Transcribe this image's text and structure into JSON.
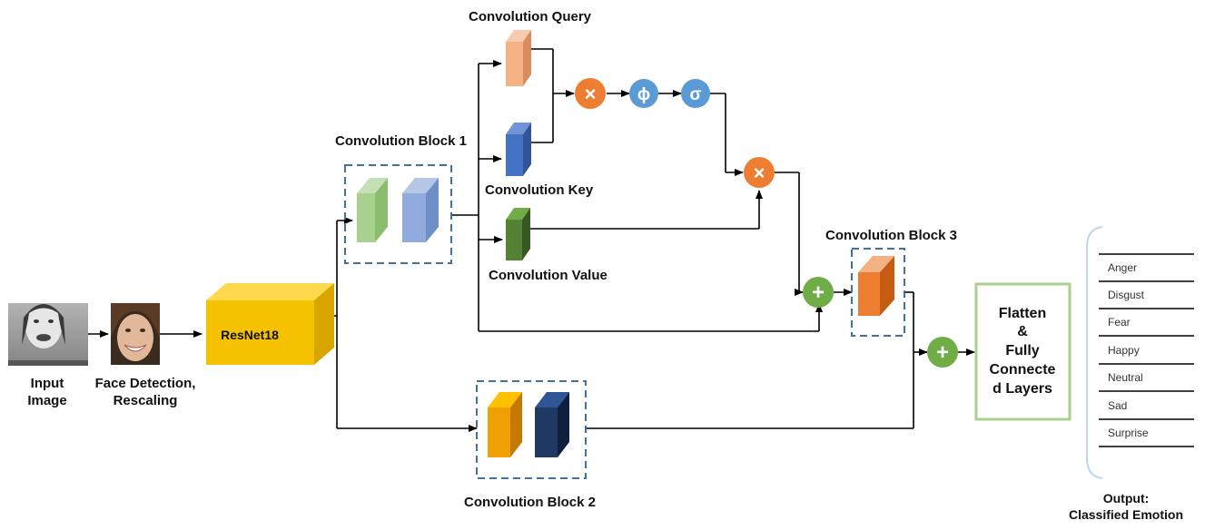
{
  "input": {
    "label_line1": "Input",
    "label_line2": "Image"
  },
  "face": {
    "label_line1": "Face Detection,",
    "label_line2": "Rescaling"
  },
  "backbone": {
    "label": "ResNet18"
  },
  "blocks": {
    "block1": "Convolution Block 1",
    "block2": "Convolution Block 2",
    "block3": "Convolution Block 3",
    "query": "Convolution Query",
    "key": "Convolution Key",
    "value": "Convolution Value"
  },
  "ops": {
    "multiply": "×",
    "phi": "ϕ",
    "sigma": "σ",
    "add": "+"
  },
  "classifier": {
    "line1": "Flatten",
    "line2": "&",
    "line3": "Fully",
    "line4": "Connecte",
    "line5": "d Layers"
  },
  "emotions": [
    "Anger",
    "Disgust",
    "Fear",
    "Happy",
    "Neutral",
    "Sad",
    "Surprise"
  ],
  "output": {
    "line1": "Output:",
    "line2": "Classified Emotion"
  },
  "colors": {
    "resnet": "#F5C200",
    "resnet_top": "#FFD84D",
    "resnet_side": "#D9A600",
    "green_block": "#A9D18E",
    "blue_block": "#8FAADC",
    "query": "#F4B183",
    "key": "#4472C4",
    "value": "#548235",
    "orange_block": "#F0A000",
    "navy_block": "#203864",
    "block3": "#ED7D31",
    "op_orange": "#ED7D31",
    "op_blue": "#5B9BD5",
    "op_green": "#70AD47",
    "dash": "#41719C",
    "fc_border": "#A9D18E",
    "bracket": "#BDD7EE"
  }
}
